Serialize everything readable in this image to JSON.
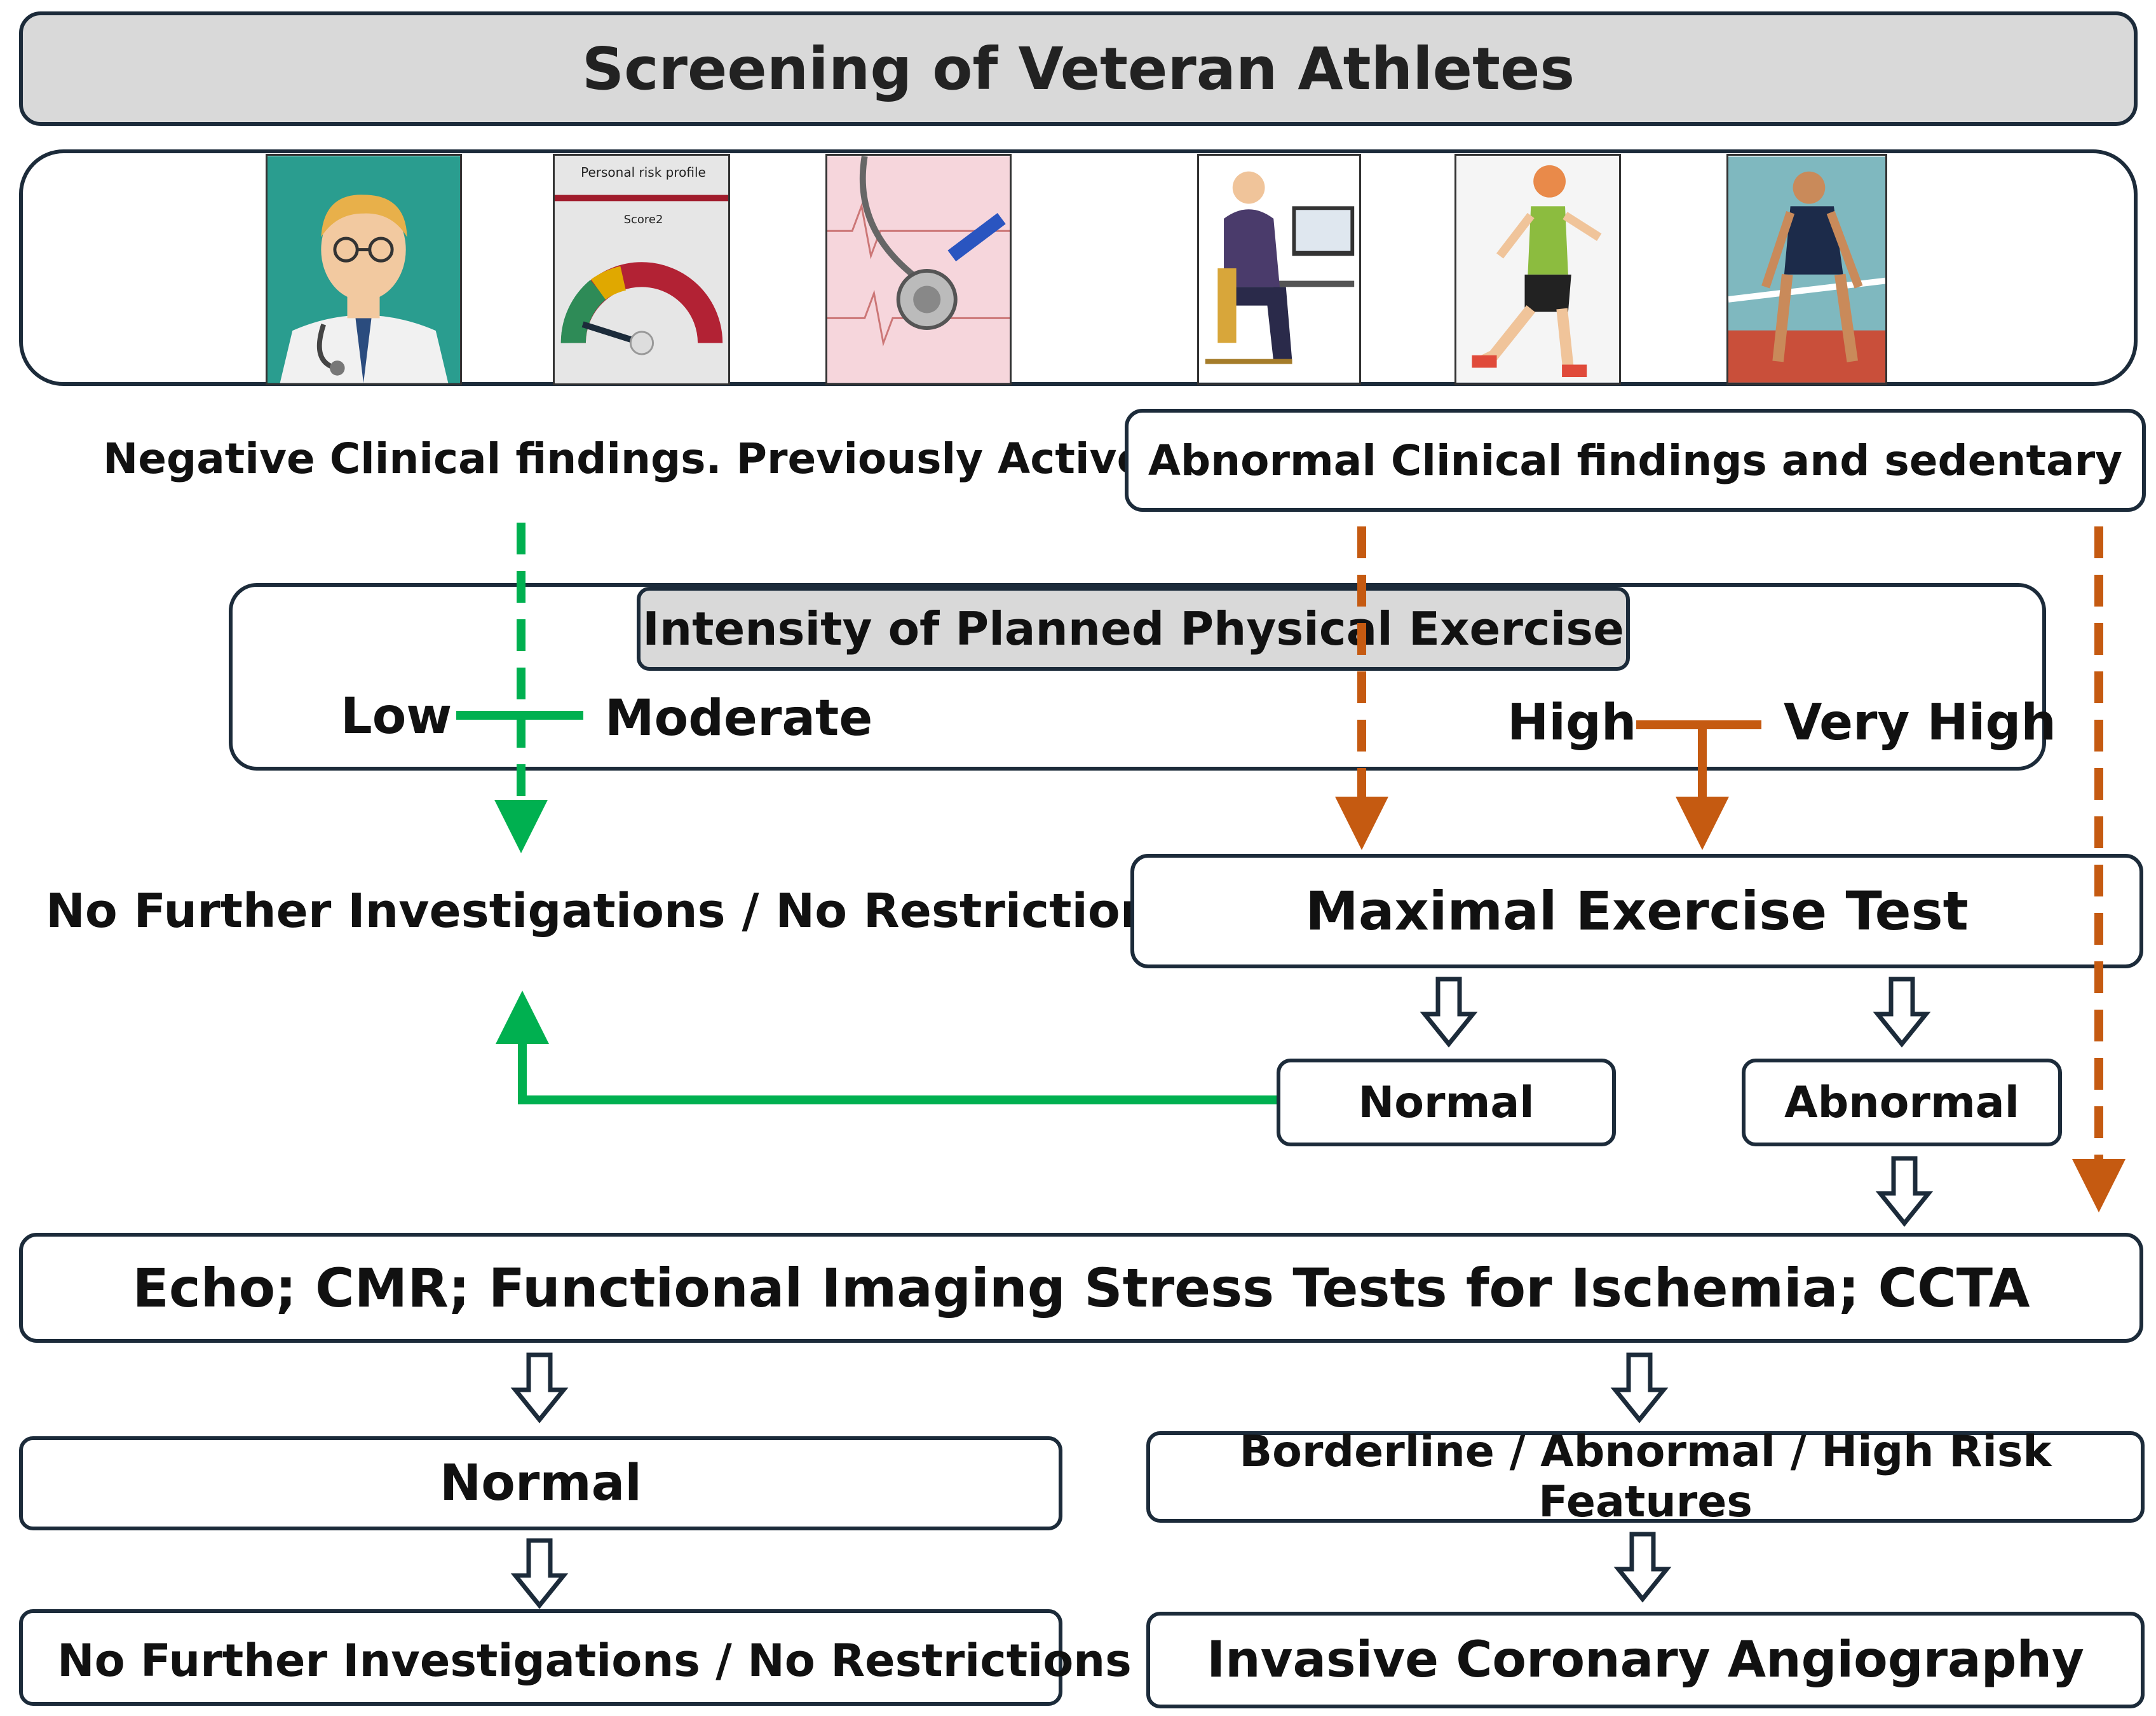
{
  "title": "Screening of Veteran Athletes",
  "images": {
    "doctor": "doctor-icon",
    "risk": {
      "icon": "risk-gauge-icon",
      "header": "Personal risk profile",
      "score": "Score2"
    },
    "stethoscope": "stethoscope-ecg-icon",
    "sedentary": "sedentary-worker-icon",
    "runner": "runner-icon",
    "athlete": "exhausted-athlete-icon"
  },
  "left_branch": {
    "label": "Negative Clinical  findings. Previously Active."
  },
  "right_branch": {
    "label": "Abnormal Clinical findings and sedentary"
  },
  "intensity": {
    "title": "Intensity of Planned Physical  Exercise",
    "low": "Low",
    "moderate": "Moderate",
    "high": "High",
    "very_high": "Very High"
  },
  "no_further_top": "No Further Investigations / No Restrictions",
  "maximal_test": "Maximal Exercise Test",
  "test_normal": "Normal",
  "test_abnormal": "Abnormal",
  "imaging": "Echo;  CMR; Functional Imaging Stress Tests for Ischemia; CCTA",
  "imaging_normal": "Normal",
  "imaging_abnormal": "Borderline / Abnormal / High Risk Features",
  "no_further_bottom": "No Further Investigations / No Restrictions",
  "angiography": "Invasive Coronary Angiography",
  "colors": {
    "green": "#00b050",
    "orange": "#c55a11",
    "navy": "#1c2b3a",
    "grey": "#d9d9d9"
  }
}
